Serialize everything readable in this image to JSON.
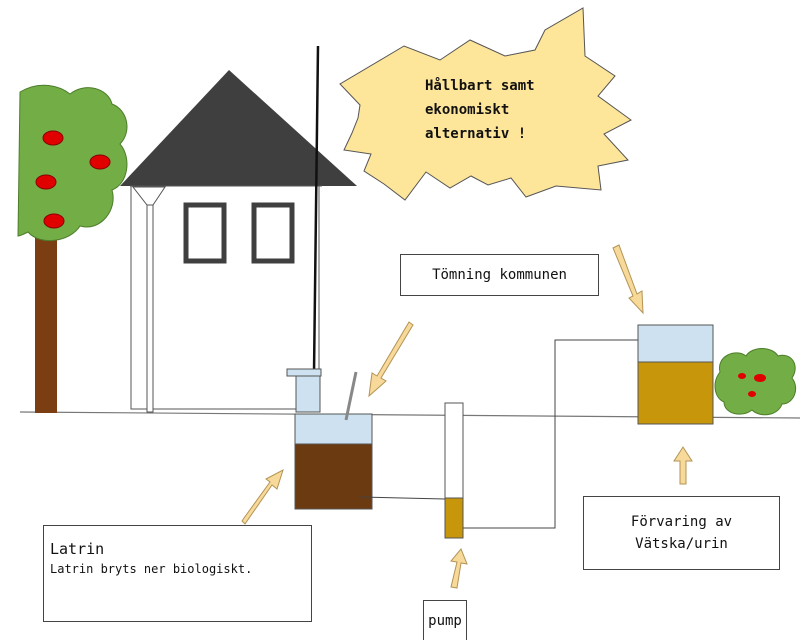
{
  "callout": {
    "line1": "Hållbart samt",
    "line2": "ekonomiskt",
    "line3": "alternativ !"
  },
  "labels": {
    "tomning": "Tömning kommunen",
    "forvaring_line1": "Förvaring av",
    "forvaring_line2": "Vätska/urin",
    "latrin_title": "Latrin",
    "latrin_desc": "Latrin bryts ner biologiskt.",
    "pump": "pump"
  },
  "colors": {
    "sludge": "#6b3a10",
    "urine": "#c8960a",
    "liquid_top": "#cde1f0",
    "roof": "#3f3f3f",
    "tree_foliage": "#72ad45",
    "tree_trunk": "#7a3e12",
    "apple": "#e00000",
    "burst": "#fde59a",
    "arrow": "#f7d99a"
  }
}
